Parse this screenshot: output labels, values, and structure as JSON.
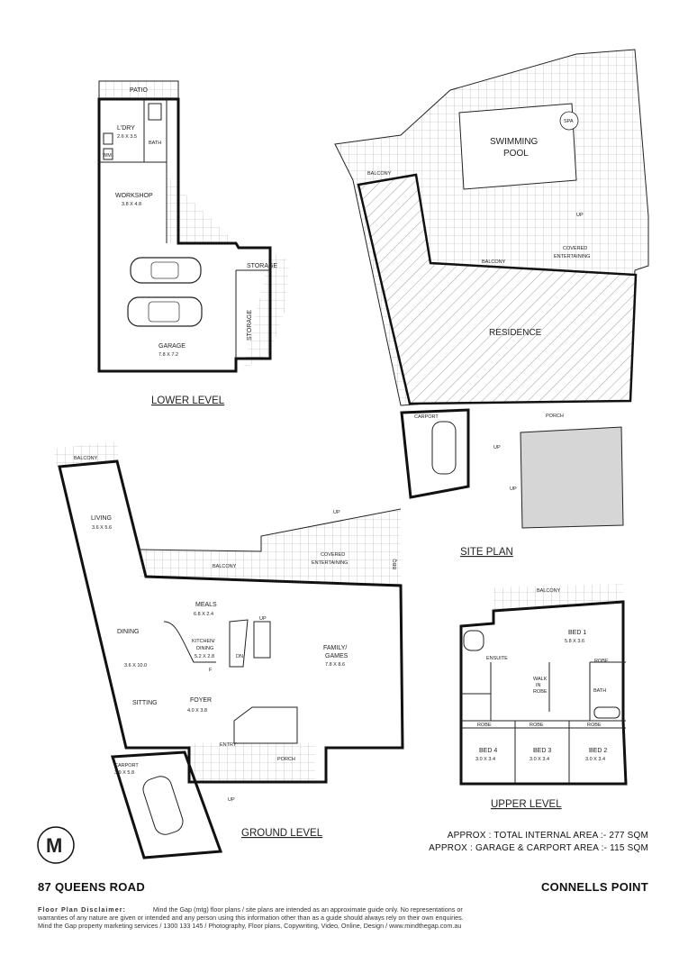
{
  "lower_level": {
    "title": "LOWER LEVEL",
    "patio": "PATIO",
    "ldry": "L'DRY",
    "ldry_size": "2.6 X 3.5",
    "bath": "BATH",
    "wm": "WM",
    "workshop": "WORKSHOP",
    "workshop_size": "3.8 X 4.8",
    "storage_1": "STORAGE",
    "storage_2": "STORAGE",
    "garage": "GARAGE",
    "garage_size": "7.8 X 7.2"
  },
  "site_plan": {
    "title": "SITE PLAN",
    "spa": "SPA",
    "pool_line1": "SWIMMING",
    "pool_line2": "POOL",
    "balcony": "BALCONY",
    "balcony_2": "BALCONY",
    "covered_line1": "COVERED",
    "covered_line2": "ENTERTAINING",
    "residence": "RESIDENCE",
    "carport": "CARPORT",
    "porch": "PORCH",
    "up_1": "UP",
    "up_2": "UP",
    "up_3": "UP"
  },
  "ground_level": {
    "title": "GROUND LEVEL",
    "balcony_top": "BALCONY",
    "living": "LIVING",
    "living_size": "3.6 X 5.6",
    "balcony": "BALCONY",
    "covered_line1": "COVERED",
    "covered_line2": "ENTERTAINING",
    "bbq": "BBQ",
    "up_top": "UP",
    "meals": "MEALS",
    "meals_size": "6.8 X 2.4",
    "kitchen_line1": "KITCHEN/",
    "kitchen_line2": "DINING",
    "kitchen_size": "5.2 X 2.8",
    "dining": "DINING",
    "dining_size": "3.6 X 10.0",
    "family_line1": "FAMILY/",
    "family_line2": "GAMES",
    "family_size": "7.8 X 8.6",
    "sitting": "SITTING",
    "foyer": "FOYER",
    "foyer_size": "4.0 X 3.8",
    "entry": "ENTRY",
    "porch": "PORCH",
    "carport": "CARPORT",
    "carport_size": "3.9 X 5.8",
    "up_bottom": "UP",
    "up_stair": "UP",
    "dn": "DN",
    "fridge": "F"
  },
  "upper_level": {
    "title": "UPPER LEVEL",
    "balcony": "BALCONY",
    "bed1": "BED 1",
    "bed1_size": "5.8 X 3.6",
    "ensuite": "ENSUITE",
    "robe_1": "ROBE",
    "walk_in_line1": "WALK",
    "walk_in_line2": "IN",
    "walk_in_line3": "ROBE",
    "bath": "BATH",
    "robe_2": "ROBE",
    "robe_3": "ROBE",
    "robe_4": "ROBE",
    "bed4": "BED 4",
    "bed4_size": "3.0 X 3.4",
    "bed3": "BED 3",
    "bed3_size": "3.0 X 3.4",
    "bed2": "BED 2",
    "bed2_size": "3.0 X 3.4"
  },
  "areas": {
    "internal": "APPROX : TOTAL INTERNAL AREA :- 277 SQM",
    "garage_carport": "APPROX : GARAGE & CARPORT AREA :- 115 SQM"
  },
  "footer": {
    "address": "87 QUEENS ROAD",
    "suburb": "CONNELLS POINT",
    "disclaimer_title": "Floor Plan Disclaimer:",
    "disclaimer_text": "Mind the Gap (mtg) floor plans / site plans are intended as an approximate guide only. No representations or",
    "disclaimer_line2": "warranties of any nature are given or intended and any person using this information other than as a guide should always rely on their own enquiries.",
    "disclaimer_line3": "Mind the Gap property marketing services / 1300 133 145 / Photography, Floor plans, Copywriting, Video, Online, Design / www.mindthegap.com.au"
  },
  "logo": {
    "letter": "M"
  }
}
